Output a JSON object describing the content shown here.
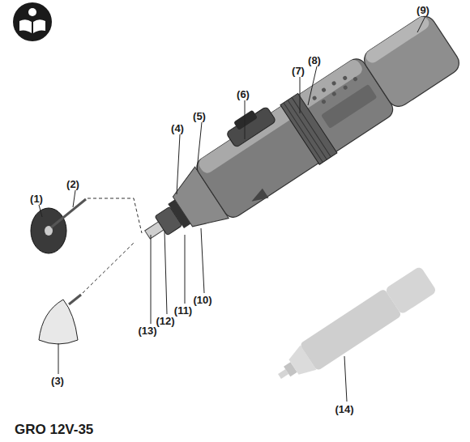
{
  "diagram": {
    "caption": "GRO 12V-35",
    "labels": [
      "(1)",
      "(2)",
      "(3)",
      "(4)",
      "(5)",
      "(6)",
      "(7)",
      "(8)",
      "(9)",
      "(10)",
      "(11)",
      "(12)",
      "(13)",
      "(14)"
    ]
  }
}
